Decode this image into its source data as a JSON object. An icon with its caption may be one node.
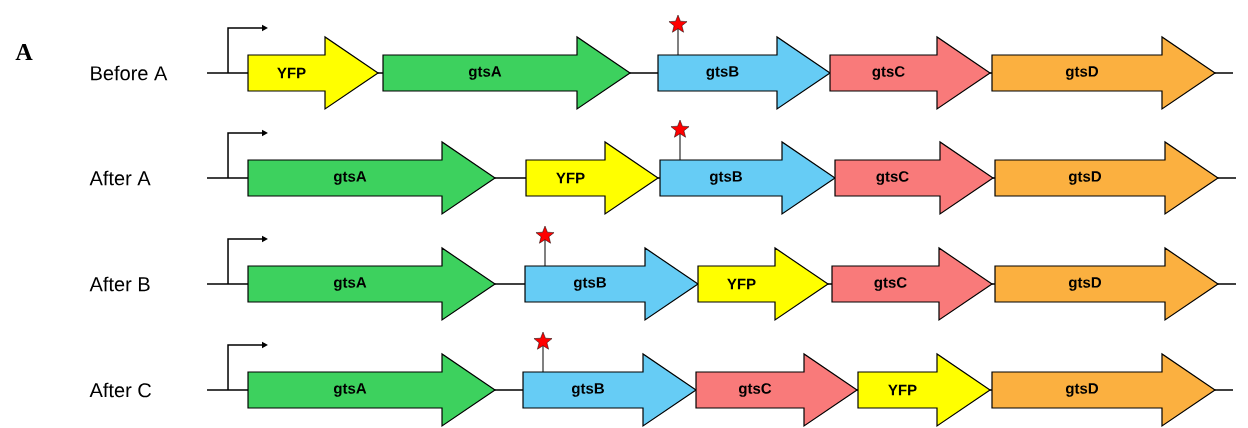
{
  "diagram": {
    "nodes": [
      {
        "text": [
          "YFP"
        ]
      },
      {
        "text": [
          "gtsA"
        ]
      },
      {
        "text": [
          "gtsB"
        ]
      },
      {
        "text": [
          "gtsC"
        ]
      },
      {
        "text": [
          "gtsD"
        ]
      },
      {
        "text": [
          "gtsA"
        ]
      },
      {
        "text": [
          "YFP"
        ]
      },
      {
        "text": [
          "gtsB"
        ]
      },
      {
        "text": [
          "gtsC"
        ]
      },
      {
        "text": [
          "gtsD"
        ]
      },
      {
        "text": [
          "gtsA"
        ]
      },
      {
        "text": [
          "gtsB"
        ]
      },
      {
        "text": [
          "YFP"
        ]
      },
      {
        "text": [
          "gtsC"
        ]
      },
      {
        "text": [
          "gtsD"
        ]
      },
      {
        "text": [
          "gtsA"
        ]
      },
      {
        "text": [
          "gtsB"
        ]
      },
      {
        "text": [
          "gtsC"
        ]
      },
      {
        "text": [
          "YFP"
        ]
      },
      {
        "text": [
          "gtsD"
        ]
      }
    ],
    "labels": [
      "A",
      "Before A",
      "After A",
      "After B",
      "After C"
    ]
  }
}
